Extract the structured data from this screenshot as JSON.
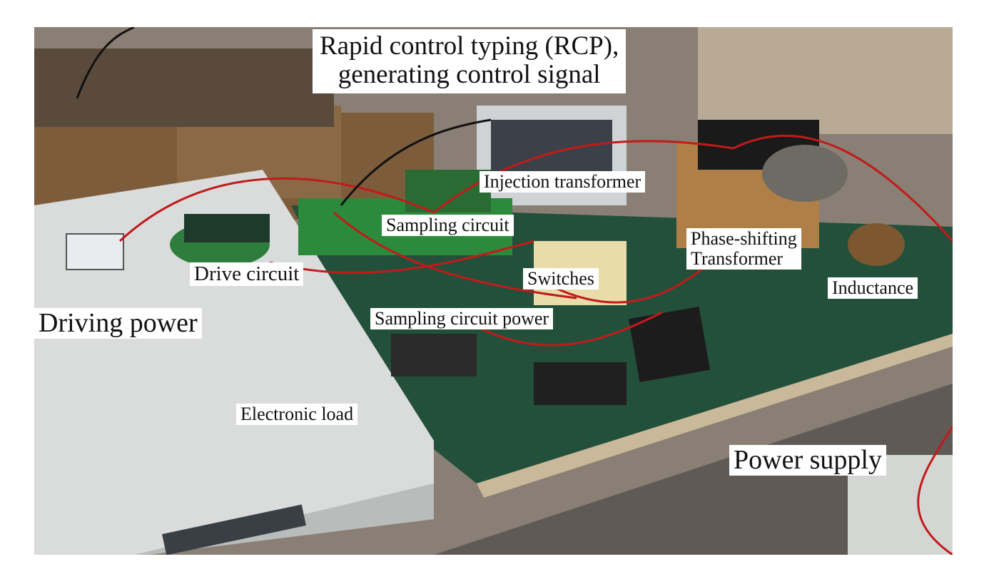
{
  "photo": {
    "description_icon": "lab-bench-photo",
    "colors": {
      "floor": "#6f6a63",
      "table_mat": "#214a36",
      "electronic_load": "#d8dcdb",
      "cables": "#c01a1a",
      "pcb": "#2a8a3a",
      "transformer_wood": "#b07f48",
      "boxes": "#7a5a3a"
    }
  },
  "labels": {
    "title_line1": "Rapid control typing   (RCP),",
    "title_line2": "generating control signal",
    "injection_transformer": "Injection transformer",
    "sampling_circuit": "Sampling circuit",
    "phase_shifting_1": "Phase-shifting",
    "phase_shifting_2": "Transformer",
    "drive_circuit": "Drive circuit",
    "switches": "Switches",
    "inductance": "Inductance",
    "driving_power": "Driving power",
    "sampling_circuit_power": "Sampling circuit power",
    "electronic_load": "Electronic load",
    "power_supply": "Power supply"
  }
}
